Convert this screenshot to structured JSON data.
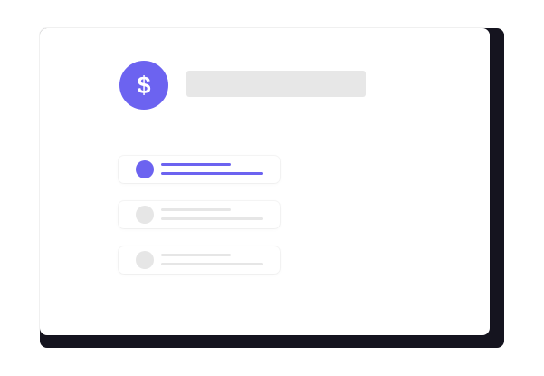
{
  "icon": {
    "name": "dollar-icon",
    "glyph": "$"
  },
  "colors": {
    "accent": "#6c63f0",
    "placeholder": "#e6e6e6",
    "shadow": "#15141f",
    "card": "#ffffff"
  },
  "list": {
    "items": [
      {
        "state": "active"
      },
      {
        "state": "inactive"
      },
      {
        "state": "inactive"
      }
    ]
  }
}
